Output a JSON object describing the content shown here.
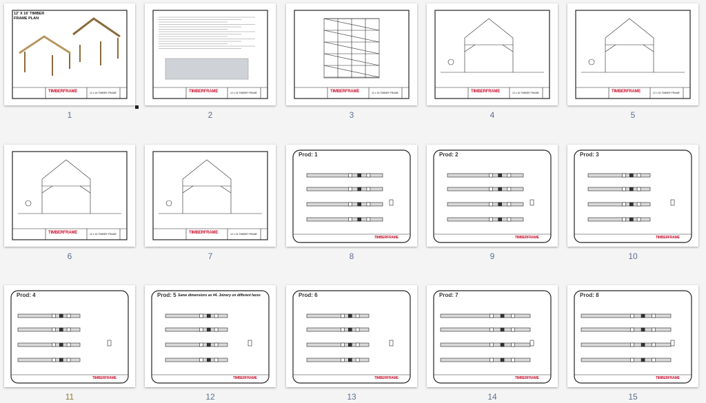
{
  "viewer": {
    "selected_page": 1
  },
  "logo_text": "TIMBERFRAME",
  "title_block_text": "12 x 16 TIMBER FRAME",
  "colors": {
    "page_number": "#5b6f8f",
    "page_number_alt": "#8a7a2e",
    "brand": "#c8102e",
    "timber": "#d9d9d9"
  },
  "pages": [
    {
      "number": "1",
      "type": "cover",
      "title": "12' X 16' TIMBER FRAME PLAN"
    },
    {
      "number": "2",
      "type": "text"
    },
    {
      "number": "3",
      "type": "plan"
    },
    {
      "number": "4",
      "type": "elevation"
    },
    {
      "number": "5",
      "type": "elevation2"
    },
    {
      "number": "6",
      "type": "section"
    },
    {
      "number": "7",
      "type": "truss"
    },
    {
      "number": "8",
      "type": "prod",
      "prod": "Prod: 1"
    },
    {
      "number": "9",
      "type": "prod",
      "prod": "Prod: 2"
    },
    {
      "number": "10",
      "type": "prod",
      "prod": "Prod: 3"
    },
    {
      "number": "11",
      "type": "prod",
      "prod": "Prod: 4"
    },
    {
      "number": "12",
      "type": "prod",
      "prod": "Prod: 5",
      "note": "Same dimensions as #4. Joinery on different faces"
    },
    {
      "number": "13",
      "type": "prod",
      "prod": "Prod: 6"
    },
    {
      "number": "14",
      "type": "prod",
      "prod": "Prod: 7"
    },
    {
      "number": "15",
      "type": "prod",
      "prod": "Prod: 8"
    }
  ]
}
